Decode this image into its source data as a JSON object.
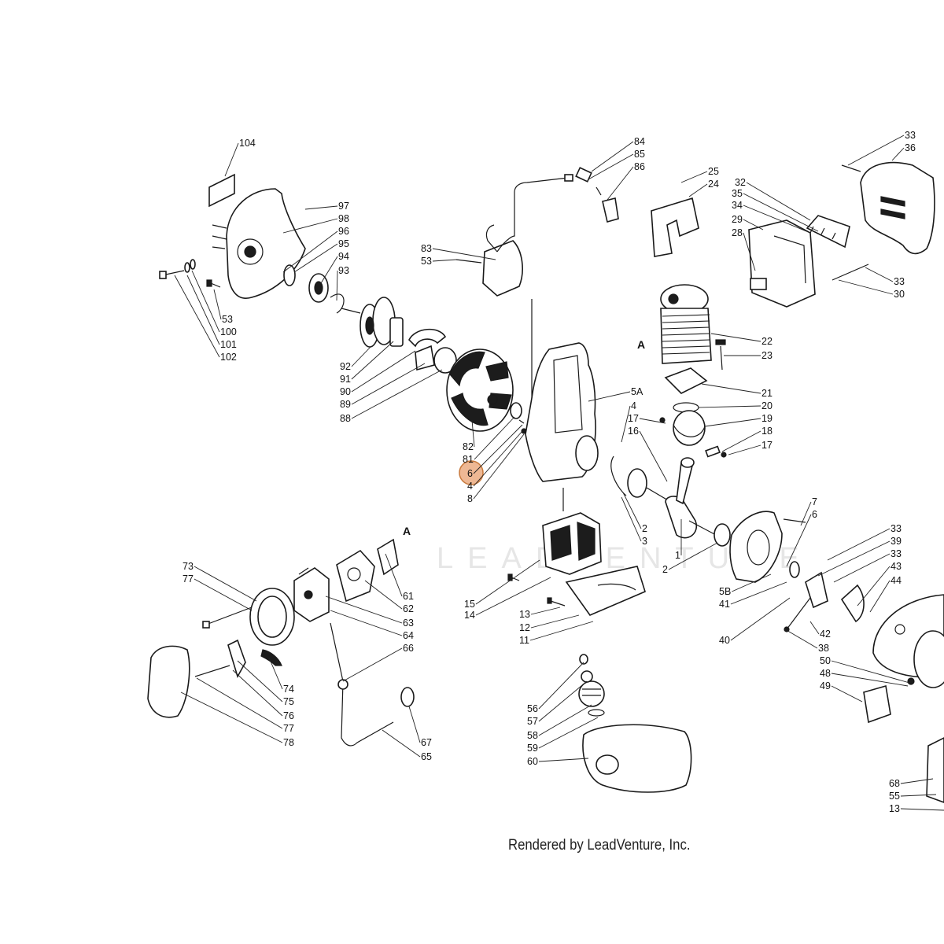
{
  "watermark": "LEADVENTURE",
  "credit": "Rendered by LeadVenture, Inc.",
  "marker_label": "A",
  "highlight_color": "#e8a070",
  "highlighted_callout": "6",
  "callouts": [
    "104",
    "97",
    "98",
    "96",
    "95",
    "94",
    "93",
    "53",
    "100",
    "101",
    "102",
    "92",
    "91",
    "90",
    "89",
    "88",
    "82",
    "81",
    "6",
    "4",
    "8",
    "83",
    "53",
    "84",
    "85",
    "86",
    "25",
    "24",
    "32",
    "35",
    "34",
    "29",
    "28",
    "33",
    "36",
    "33",
    "30",
    "22",
    "23",
    "21",
    "20",
    "19",
    "18",
    "17",
    "5A",
    "4",
    "17",
    "16",
    "2",
    "3",
    "1",
    "2",
    "7",
    "6",
    "33",
    "39",
    "33",
    "43",
    "44",
    "5B",
    "41",
    "40",
    "42",
    "38",
    "50",
    "48",
    "49",
    "73",
    "77",
    "74",
    "75",
    "76",
    "77",
    "78",
    "61",
    "62",
    "63",
    "64",
    "66",
    "67",
    "65",
    "15",
    "14",
    "13",
    "12",
    "11",
    "56",
    "57",
    "58",
    "59",
    "60",
    "68",
    "55",
    "13"
  ]
}
